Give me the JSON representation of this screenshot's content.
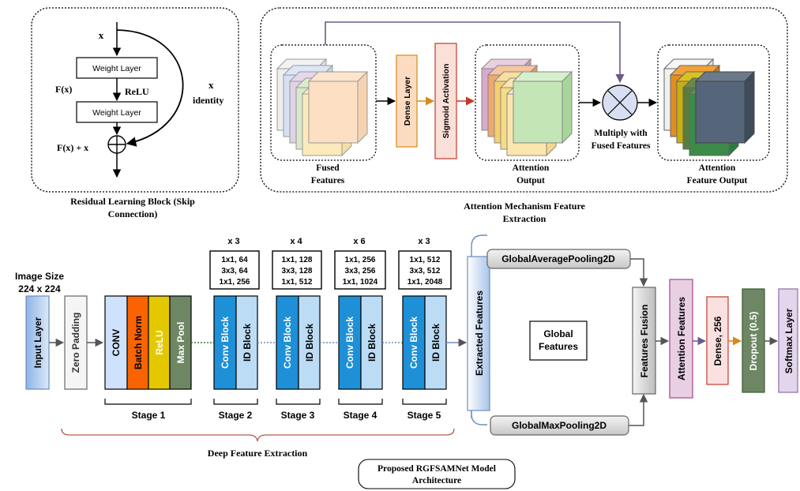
{
  "colors": {
    "arrow": "#555555",
    "frame": "#000000",
    "accent_orange": "#d68a1a",
    "accent_red": "#c0392b",
    "accent_purple": "#6a5a8c",
    "convblock": "#1e90d8",
    "idblock": "#bcdcf5",
    "bracket": "#b25a4a"
  },
  "residual": {
    "input_x": "x",
    "weight_layer_1": "Weight Layer",
    "weight_layer_2": "Weight Layer",
    "fx": "F(x)",
    "relu": "ReLU",
    "identity_x": "x",
    "identity": "identity",
    "sum_label": "F(x) + x",
    "caption_line1": "Residual Learning Block (Skip",
    "caption_line2": "Connection)"
  },
  "attention_panel": {
    "fused_line1": "Fused",
    "fused_line2": "Features",
    "dense_layer": "Dense Layer",
    "sigmoid": "Sigmoid Activation",
    "att_out_line1": "Attention",
    "att_out_line2": "Output",
    "multiply_line1": "Multiply with",
    "multiply_line2": "Fused Features",
    "feat_out_line1": "Attention",
    "feat_out_line2": "Feature Output",
    "caption_line1": "Attention Mechanism Feature",
    "caption_line2": "Extraction",
    "multiply_icon": "circle-cross-icon"
  },
  "pipeline": {
    "image_size_line1": "Image Size",
    "image_size_line2": "224 x 224",
    "input_layer": "Input Layer",
    "zero_padding": "Zero Padding",
    "conv": "CONV",
    "batch_norm": "Batch Norm",
    "relu": "ReLU",
    "max_pool": "Max Pool",
    "conv_block": "Conv Block",
    "id_block": "ID Block",
    "stages": [
      {
        "label": "Stage 1"
      },
      {
        "label": "Stage 2",
        "repeat": "x 3",
        "filters": [
          "1x1, 64",
          "3x3, 64",
          "1x1, 256"
        ]
      },
      {
        "label": "Stage 3",
        "repeat": "x 4",
        "filters": [
          "1x1, 128",
          "3x3, 128",
          "1x1, 512"
        ]
      },
      {
        "label": "Stage 4",
        "repeat": "x 6",
        "filters": [
          "1x1, 256",
          "3x3, 256",
          "1x1, 1024"
        ]
      },
      {
        "label": "Stage 5",
        "repeat": "x 3",
        "filters": [
          "1x1, 512",
          "3x3, 512",
          "1x1, 2048"
        ]
      }
    ],
    "deep_feature_extraction": "Deep Feature Extraction",
    "extracted_features": "Extracted Features",
    "gap": "GlobalAveragePooling2D",
    "gmp": "GlobalMaxPooling2D",
    "global_line1": "Global",
    "global_line2": "Features",
    "features_fusion": "Features Fusion",
    "attention_features": "Attention Features",
    "dense": "Dense, 256",
    "dropout": "Dropout (0.5)",
    "softmax": "Softmax Layer",
    "caption_line1": "Proposed RGFSAMNet Model",
    "caption_line2": "Architecture"
  }
}
